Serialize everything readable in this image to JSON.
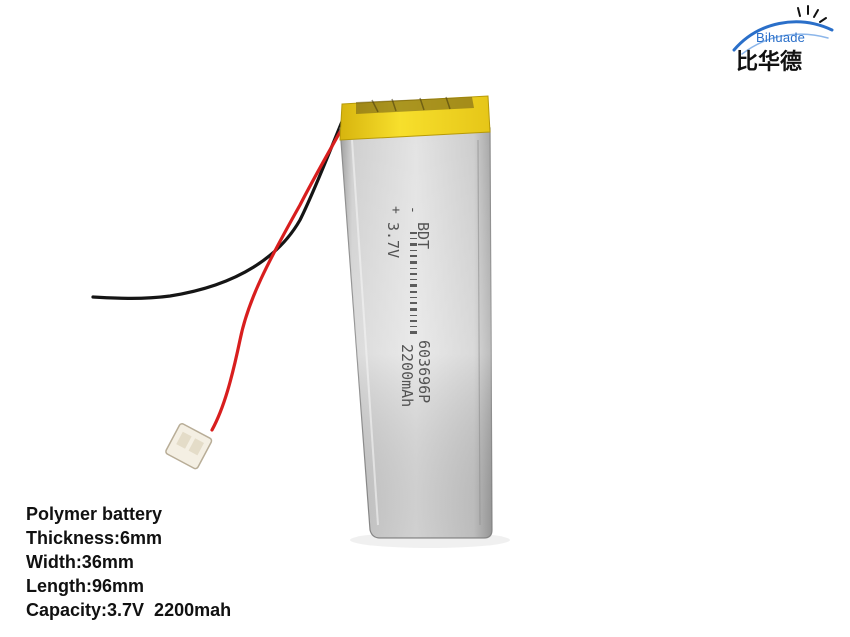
{
  "logo": {
    "brand_en": "Bihuade",
    "brand_cn": "比华德",
    "icon": "swoosh-logo-icon"
  },
  "specs": {
    "lines": [
      "Polymer battery",
      "Thickness:6mm",
      "Width:36mm",
      "Length:96mm",
      "Capacity:3.7V  2200mah"
    ]
  },
  "battery": {
    "markings": {
      "polarity_neg": "-",
      "polarity_pos": "+",
      "brand": "BDT",
      "voltage": "3.7V",
      "model": "603696P",
      "capacity": "2200mAh"
    },
    "colors": {
      "body": "#c9c9c9",
      "tape": "#f2d21a",
      "wire_red": "#d81e1e",
      "wire_black": "#151515",
      "connector": "#f4efe3"
    }
  }
}
